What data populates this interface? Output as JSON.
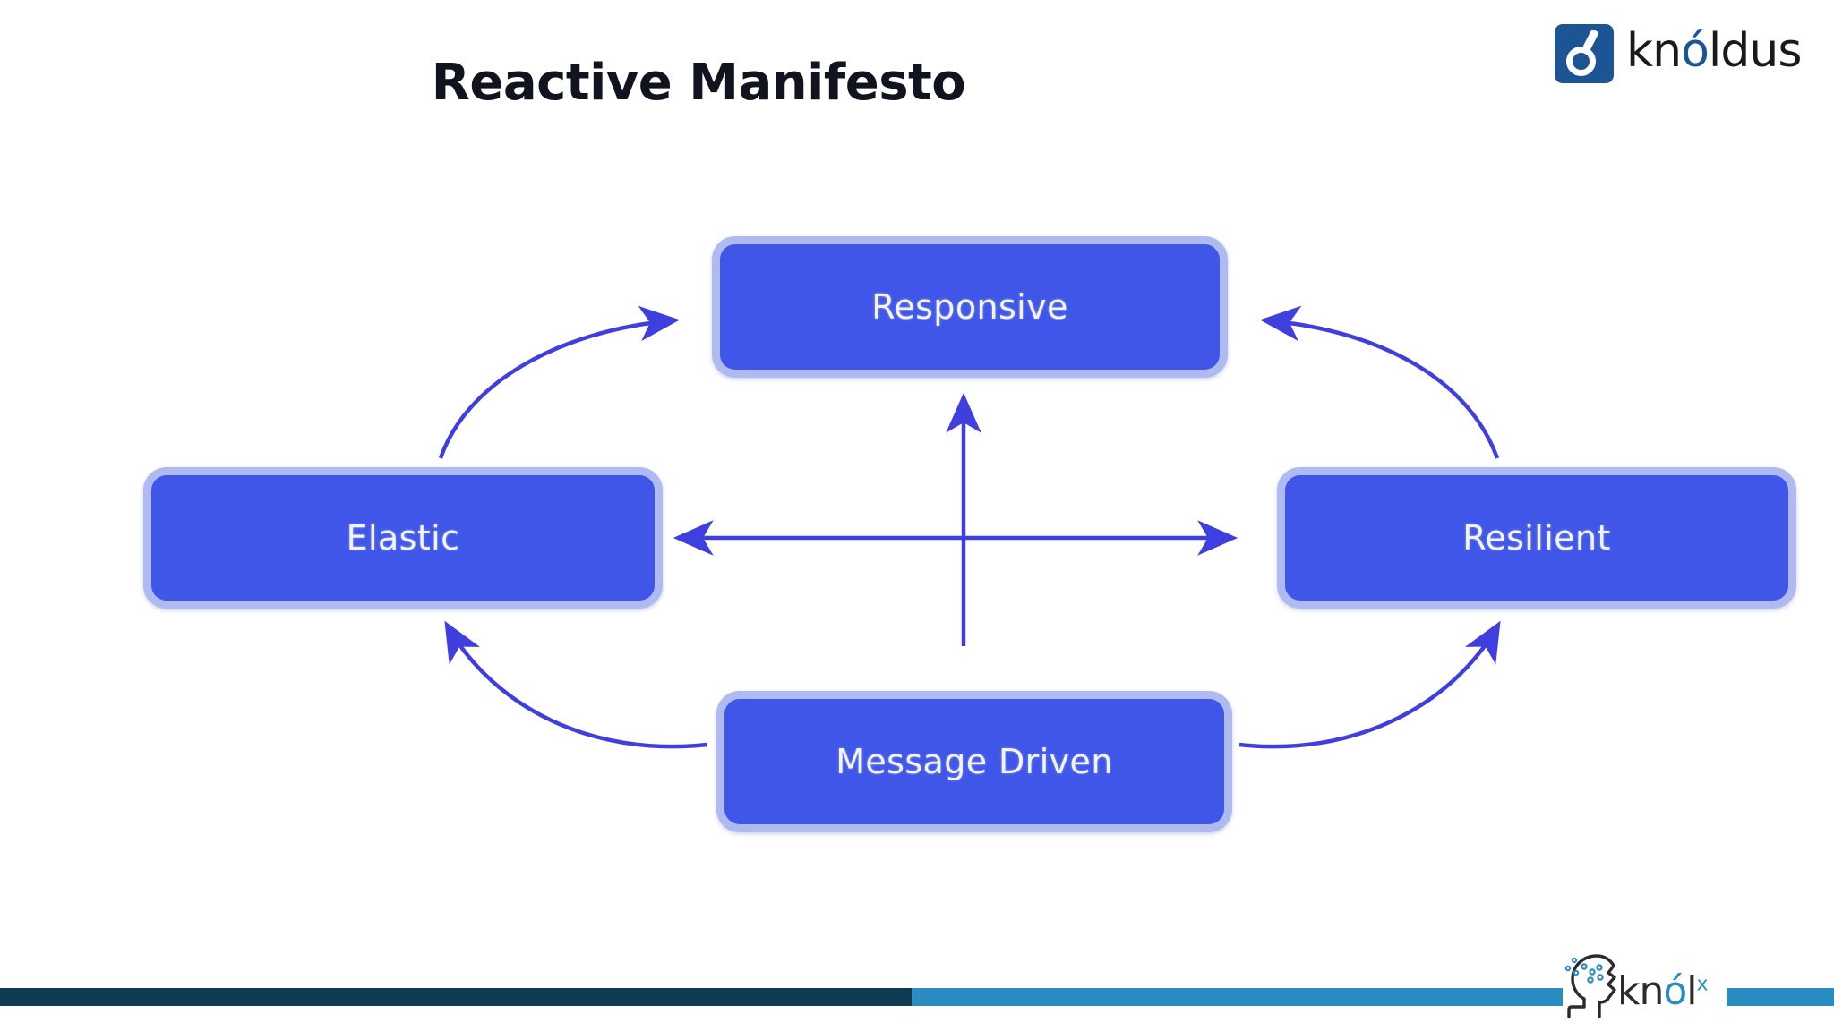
{
  "slide": {
    "title": "Reactive Manifesto",
    "background": "#ffffff",
    "title_color": "#11131f"
  },
  "brand": {
    "logo_mark_icon": "knoldus-o-mark-icon",
    "logo_mark_color": "#1c5494",
    "wordmark_prefix": "kn",
    "wordmark_accent": "ó",
    "wordmark_suffix": "ldus",
    "wordmark_full": "knóldus"
  },
  "diagram": {
    "type": "cycle-diagram",
    "node_fill": "#3f56e8",
    "node_border": "#aebaf0",
    "node_text_color": "#f2f4ff",
    "arrow_color": "#3f3fe0",
    "nodes": [
      {
        "id": "responsive",
        "label": "Responsive",
        "position": "top"
      },
      {
        "id": "elastic",
        "label": "Elastic",
        "position": "left"
      },
      {
        "id": "resilient",
        "label": "Resilient",
        "position": "right"
      },
      {
        "id": "message-driven",
        "label": "Message Driven",
        "position": "bottom"
      }
    ],
    "connections": [
      {
        "from": "message-driven",
        "to": "responsive",
        "style": "straight",
        "heads": "single-up"
      },
      {
        "from": "elastic",
        "to": "resilient",
        "style": "straight",
        "heads": "double"
      },
      {
        "from": "elastic",
        "to": "responsive",
        "style": "curved",
        "heads": "single"
      },
      {
        "from": "resilient",
        "to": "responsive",
        "style": "curved",
        "heads": "single"
      },
      {
        "from": "message-driven",
        "to": "elastic",
        "style": "curved",
        "heads": "single"
      },
      {
        "from": "message-driven",
        "to": "resilient",
        "style": "curved",
        "heads": "single"
      }
    ]
  },
  "footer": {
    "bar_dark_color": "#0e3a52",
    "bar_light_color": "#2a8cc0",
    "knolx_head_icon": "knolx-head-profile-icon",
    "knolx_prefix": "kn",
    "knolx_accent": "ó",
    "knolx_suffix": "l",
    "knolx_superscript": "x",
    "knolx_full": "knólˣ"
  }
}
